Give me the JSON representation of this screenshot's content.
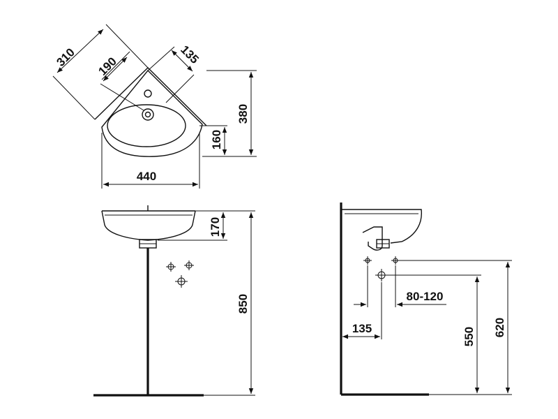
{
  "top_view": {
    "dims": {
      "diag_outer": "310",
      "diag_mid": "190",
      "diag_tap": "135",
      "height_total": "380",
      "height_bowl": "160",
      "width": "440"
    }
  },
  "front_view": {
    "dims": {
      "rim_depth": "170",
      "rim_height": "850"
    }
  },
  "side_view": {
    "dims": {
      "waste_range": "80-120",
      "wall_offset": "135",
      "waste_height": "550",
      "supply_height": "620"
    }
  }
}
